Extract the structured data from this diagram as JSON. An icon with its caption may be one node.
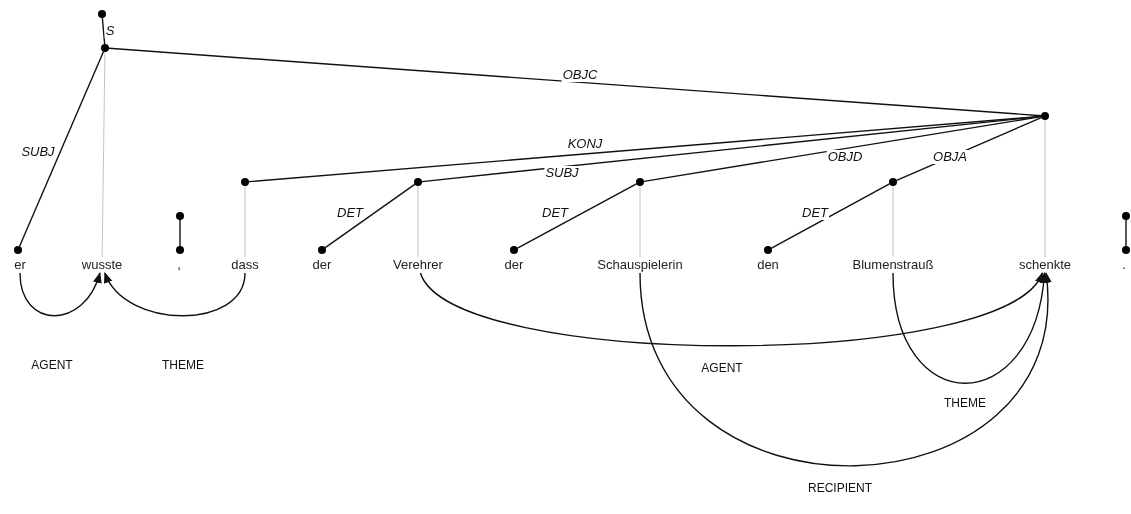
{
  "diagram": {
    "nodes": [
      {
        "text": [],
        "shape": "circle"
      },
      {
        "text": [],
        "shape": "circle"
      },
      {
        "text": [],
        "shape": "circle"
      },
      {
        "text": [],
        "shape": "circle"
      },
      {
        "text": [],
        "shape": "circle"
      },
      {
        "text": [],
        "shape": "circle"
      },
      {
        "text": [],
        "shape": "circle"
      },
      {
        "text": [],
        "shape": "circle"
      },
      {
        "text": [],
        "shape": "circle"
      },
      {
        "text": [],
        "shape": "circle"
      },
      {
        "text": [],
        "shape": "circle"
      },
      {
        "text": [],
        "shape": "circle"
      },
      {
        "text": [],
        "shape": "circle"
      },
      {
        "text": [],
        "shape": "circle"
      },
      {
        "text": [],
        "shape": "circle"
      },
      {
        "text": [
          "er"
        ]
      },
      {
        "text": [
          "wusste"
        ]
      },
      {
        "text": [
          ","
        ]
      },
      {
        "text": [
          "dass"
        ]
      },
      {
        "text": [
          "der"
        ]
      },
      {
        "text": [
          "Verehrer"
        ]
      },
      {
        "text": [
          "der"
        ]
      },
      {
        "text": [
          "Schauspielerin"
        ]
      },
      {
        "text": [
          "den"
        ]
      },
      {
        "text": [
          "Blumenstrauß"
        ]
      },
      {
        "text": [
          "schenkte"
        ]
      },
      {
        "text": [
          "."
        ]
      }
    ],
    "edges": [
      {
        "from": 0,
        "to": 1,
        "arrow": "none",
        "label": "S"
      },
      {
        "from": 1,
        "to": 2,
        "arrow": "none",
        "label": "SUBJ"
      },
      {
        "from": 1,
        "to": 12,
        "arrow": "none",
        "label": "OBJC"
      },
      {
        "from": 3,
        "to": 4,
        "arrow": "none"
      },
      {
        "from": 12,
        "to": 5,
        "arrow": "none",
        "label": "KONJ"
      },
      {
        "from": 12,
        "to": 7,
        "arrow": "none",
        "label": "SUBJ"
      },
      {
        "from": 12,
        "to": 9,
        "arrow": "none",
        "label": "OBJD"
      },
      {
        "from": 12,
        "to": 11,
        "arrow": "none",
        "label": "OBJA"
      },
      {
        "from": 7,
        "to": 6,
        "arrow": "none",
        "label": "DET"
      },
      {
        "from": 9,
        "to": 8,
        "arrow": "none",
        "label": "DET"
      },
      {
        "from": 11,
        "to": 10,
        "arrow": "none",
        "label": "DET"
      },
      {
        "from": 13,
        "to": 14,
        "arrow": "none"
      },
      {
        "from": 1,
        "to": 16,
        "arrow": "none",
        "color": "#c4c4c4"
      },
      {
        "from": 5,
        "to": 18,
        "arrow": "none",
        "color": "#c4c4c4"
      },
      {
        "from": 7,
        "to": 20,
        "arrow": "none",
        "color": "#c4c4c4"
      },
      {
        "from": 9,
        "to": 22,
        "arrow": "none",
        "color": "#c4c4c4"
      },
      {
        "from": 11,
        "to": 24,
        "arrow": "none",
        "color": "#c4c4c4"
      },
      {
        "from": 12,
        "to": 25,
        "arrow": "none",
        "color": "#c4c4c4"
      },
      {
        "from": 15,
        "to": 16,
        "arrow": "to",
        "label": "AGENT"
      },
      {
        "from": 18,
        "to": 16,
        "arrow": "to",
        "label": "THEME"
      },
      {
        "from": 20,
        "to": 25,
        "arrow": "to",
        "label": "AGENT"
      },
      {
        "from": 24,
        "to": 25,
        "arrow": "to",
        "label": "THEME"
      },
      {
        "from": 22,
        "to": 25,
        "arrow": "to",
        "label": "RECIPIENT"
      }
    ]
  }
}
